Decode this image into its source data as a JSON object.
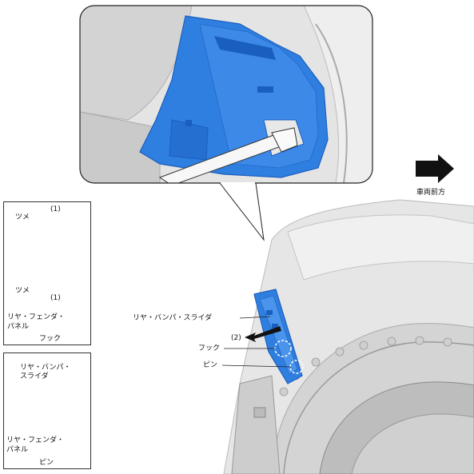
{
  "direction": {
    "label": "車両前方",
    "arrow_icon": "right-arrow-icon"
  },
  "callouts": {
    "slider": "リヤ・バンパ・スライダ",
    "hook": "フック",
    "pin": "ピン",
    "step2": "(2)"
  },
  "hook_detail": {
    "claw_top": "ツメ",
    "claw_bottom": "ツメ",
    "step_top": "(1)",
    "step_bottom": "(1)",
    "panel_line1": "リヤ・フェンダ・",
    "panel_line2": "パネル",
    "caption": "フック"
  },
  "pin_detail": {
    "slider_line1": "リヤ・バンパ・",
    "slider_line2": "スライダ",
    "panel_line1": "リヤ・フェンダ・",
    "panel_line2": "パネル",
    "caption": "ピン"
  },
  "colors": {
    "part_blue": "#2f7fe0",
    "part_blue_dark": "#1a5fbf",
    "body_gray": "#d9d9d9",
    "line": "#222222"
  }
}
